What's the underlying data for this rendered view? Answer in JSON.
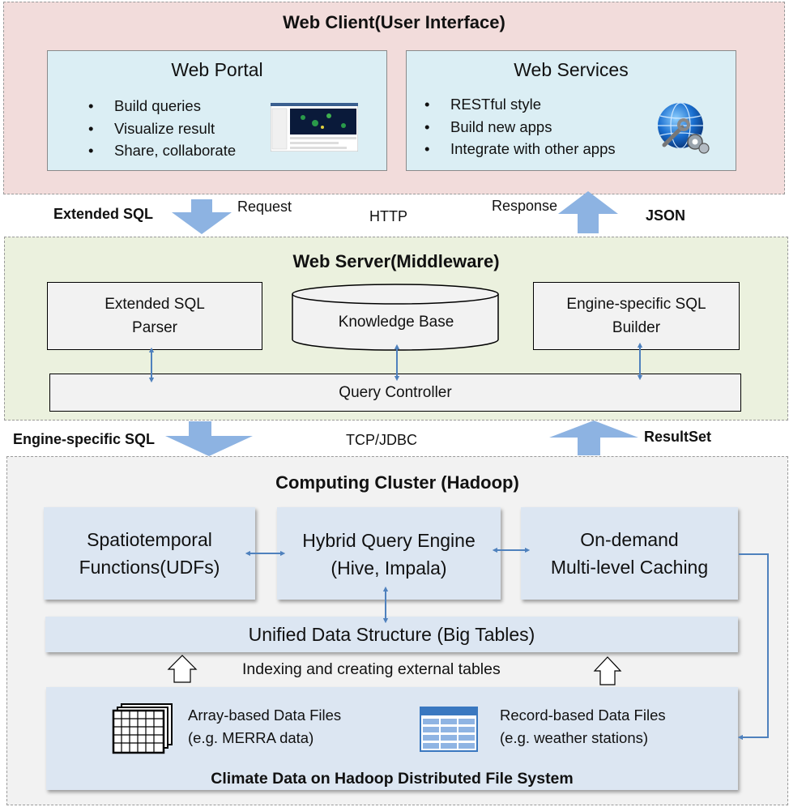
{
  "client": {
    "title": "Web Client(User Interface)",
    "portal": {
      "title": "Web Portal",
      "items": [
        "Build queries",
        "Visualize result",
        "Share, collaborate"
      ]
    },
    "services": {
      "title": "Web Services",
      "items": [
        "RESTful style",
        "Build new apps",
        "Integrate with other apps"
      ]
    }
  },
  "conn1": {
    "left_label": "Extended SQL",
    "request": "Request",
    "protocol": "HTTP",
    "response": "Response",
    "right_label": "JSON"
  },
  "server": {
    "title": "Web Server(Middleware)",
    "parser": [
      "Extended SQL",
      "Parser"
    ],
    "kb": "Knowledge Base",
    "builder": [
      "Engine-specific SQL",
      "Builder"
    ],
    "controller": "Query Controller"
  },
  "conn2": {
    "left_label": "Engine-specific SQL",
    "protocol": "TCP/JDBC",
    "right_label": "ResultSet"
  },
  "cluster": {
    "title": "Computing Cluster (Hadoop)",
    "udf": [
      "Spatiotemporal",
      "Functions(UDFs)"
    ],
    "engine": [
      "Hybrid Query Engine",
      "(Hive, Impala)"
    ],
    "cache": [
      "On-demand",
      "Multi-level Caching"
    ],
    "unified": "Unified Data Structure (Big Tables)",
    "indexing": "Indexing and creating external tables",
    "array_files": [
      "Array-based Data Files",
      "(e.g. MERRA data)"
    ],
    "record_files": [
      "Record-based Data Files",
      "(e.g. weather stations)"
    ],
    "hdfs": "Climate Data on Hadoop Distributed File System"
  },
  "icons": [
    "portal-screenshot-icon",
    "globe-wrench-icon",
    "grid-stack-icon",
    "table-icon"
  ],
  "colors": {
    "client_bg": "#f2dcdb",
    "server_bg": "#ebf1de",
    "cluster_bg": "#f2f2f2",
    "box_blue": "#dbeef4",
    "cluster_box": "#dce6f2",
    "arrow": "#8db3e2",
    "connector": "#4f81bd"
  }
}
